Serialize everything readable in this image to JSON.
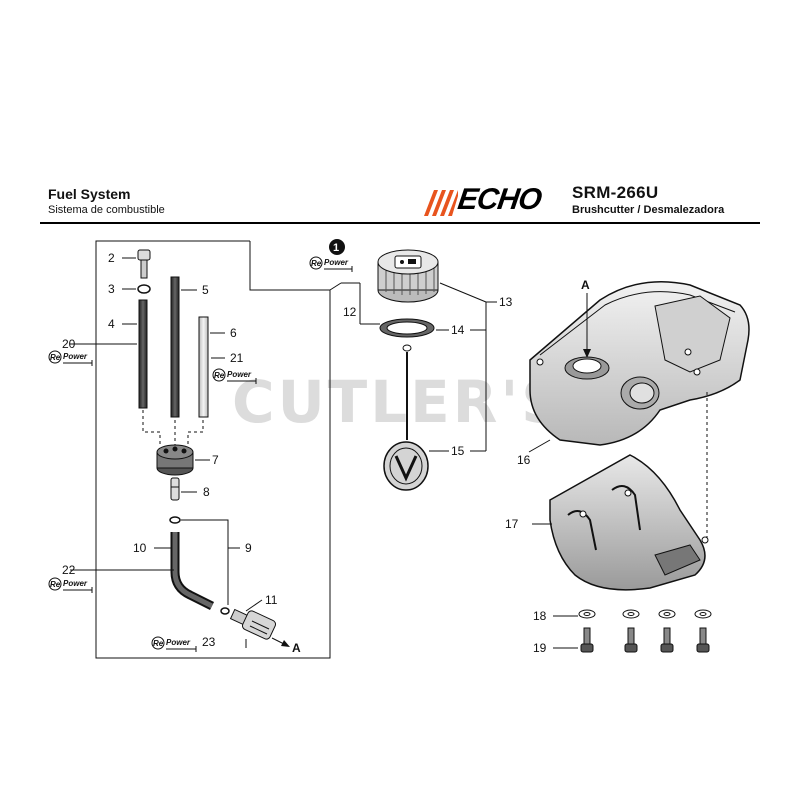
{
  "header": {
    "title": "Fuel System",
    "subtitle": "Sistema de combustible",
    "brand": "ECHO",
    "model": "SRM-266U",
    "model_desc": "Brushcutter / Desmalezadora"
  },
  "watermark": "CUTLER'S",
  "callouts": {
    "c1": "1",
    "c2": "2",
    "c3": "3",
    "c4": "4",
    "c5": "5",
    "c6": "6",
    "c7": "7",
    "c8": "8",
    "c9": "9",
    "c10": "10",
    "c11": "11",
    "c12": "12",
    "c13": "13",
    "c14": "14",
    "c15": "15",
    "c16": "16",
    "c17": "17",
    "c18": "18",
    "c19": "19",
    "c20": "20",
    "c21": "21",
    "c22": "22",
    "c23": "23"
  },
  "markers": {
    "a_tank": "A",
    "a_filter": "A"
  },
  "repower": {
    "re": "Re",
    "power": "Power"
  },
  "colors": {
    "ink": "#111111",
    "brand_accent": "#e8541e",
    "watermark": "#dcdcdc"
  }
}
